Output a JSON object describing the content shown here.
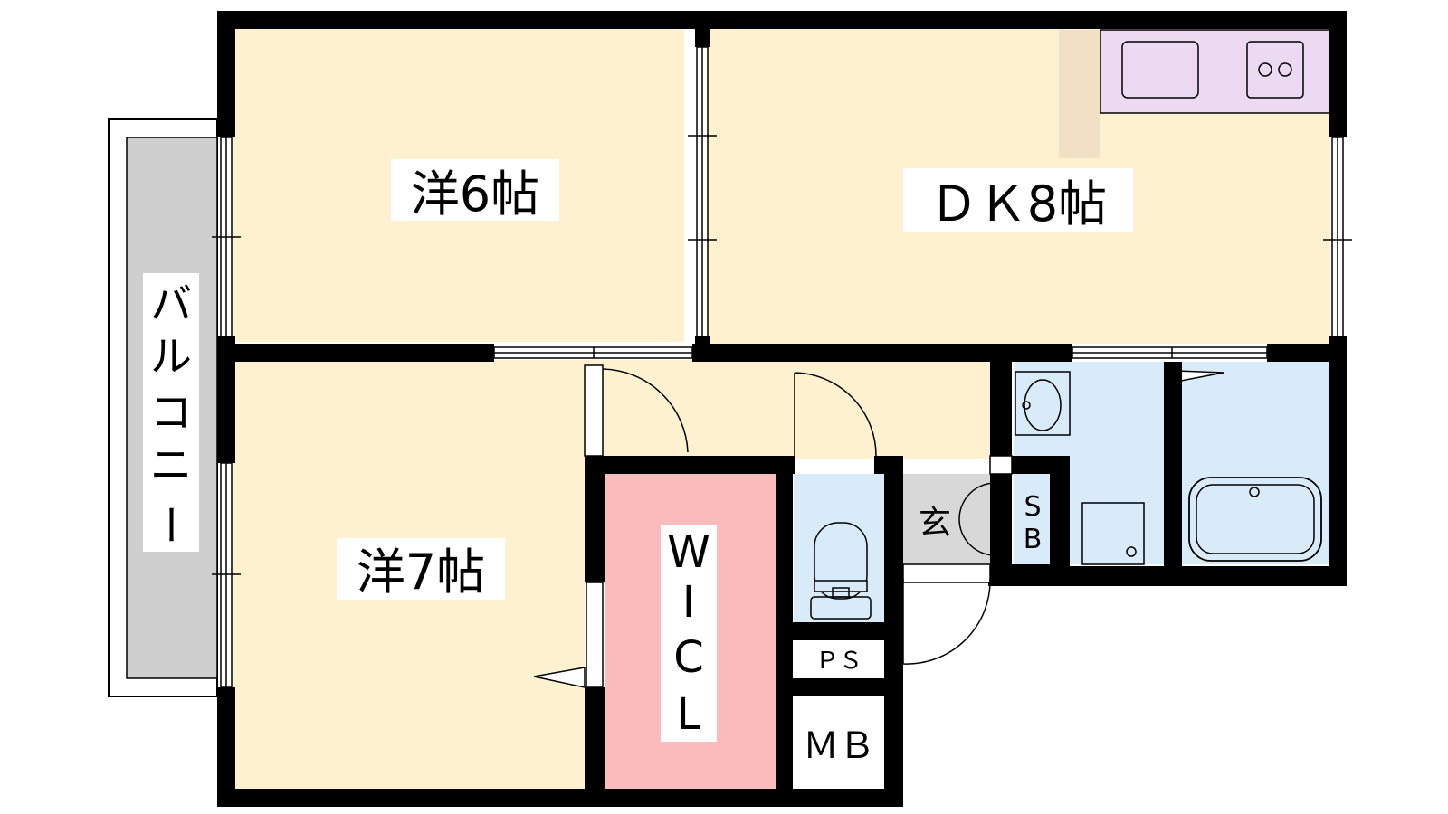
{
  "rooms": {
    "western_6": "洋6帖",
    "dk_8": "ＤＫ8帖",
    "western_7": "洋7帖",
    "wic": [
      "W",
      "I",
      "C",
      "L"
    ],
    "entrance": "玄",
    "shoe_box": [
      "S",
      "B"
    ],
    "pipe_space": "ＰＳ",
    "meter_box": "ＭＢ",
    "balcony": [
      "バ",
      "ル",
      "コ",
      "ニ",
      "ー"
    ]
  },
  "colors": {
    "wall": "#000000",
    "room_floor": "#fdf1d0",
    "wic_floor": "#fbbcbe",
    "wet_area": "#d9eaf9",
    "kitchen_counter": "#ecdaf3",
    "fridge_space": "#f1e0c3",
    "balcony_floor": "#cfcfcf",
    "entrance_floor": "#d8d8d8",
    "shoe_box_fill": "#fbc3c6"
  }
}
